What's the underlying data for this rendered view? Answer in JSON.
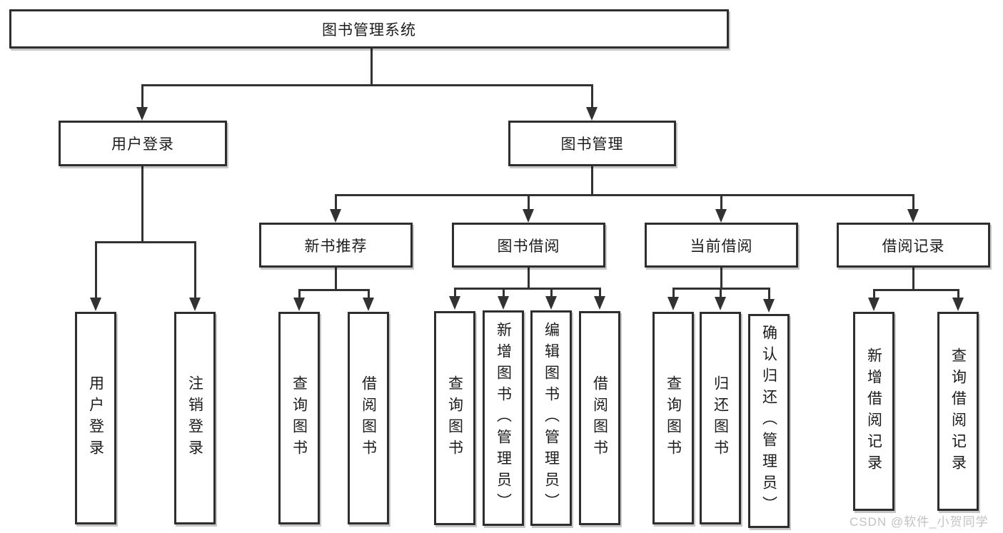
{
  "colors": {
    "background": "#ffffff",
    "line": "#323232",
    "box_border": "#2e2e2e",
    "text": "#1c1c1c",
    "watermark": "#c2c2c2"
  },
  "watermark": {
    "text": "CSDN @软件_小贺同学"
  },
  "diagram": {
    "root": {
      "label": "图书管理系统"
    },
    "branches": [
      {
        "label": "用户登录",
        "children": [
          {
            "label": "用户登录"
          },
          {
            "label": "注销登录"
          }
        ]
      },
      {
        "label": "图书管理",
        "children": [
          {
            "label": "新书推荐",
            "children": [
              {
                "label": "查询图书"
              },
              {
                "label": "借阅图书"
              }
            ]
          },
          {
            "label": "图书借阅",
            "children": [
              {
                "label": "查询图书"
              },
              {
                "label": "新增图书（管理员）"
              },
              {
                "label": "编辑图书（管理员）"
              },
              {
                "label": "借阅图书"
              }
            ]
          },
          {
            "label": "当前借阅",
            "children": [
              {
                "label": "查询图书"
              },
              {
                "label": "归还图书"
              },
              {
                "label": "确认归还（管理员）"
              }
            ]
          },
          {
            "label": "借阅记录",
            "children": [
              {
                "label": "新增借阅记录"
              },
              {
                "label": "查询借阅记录"
              }
            ]
          }
        ]
      }
    ]
  }
}
